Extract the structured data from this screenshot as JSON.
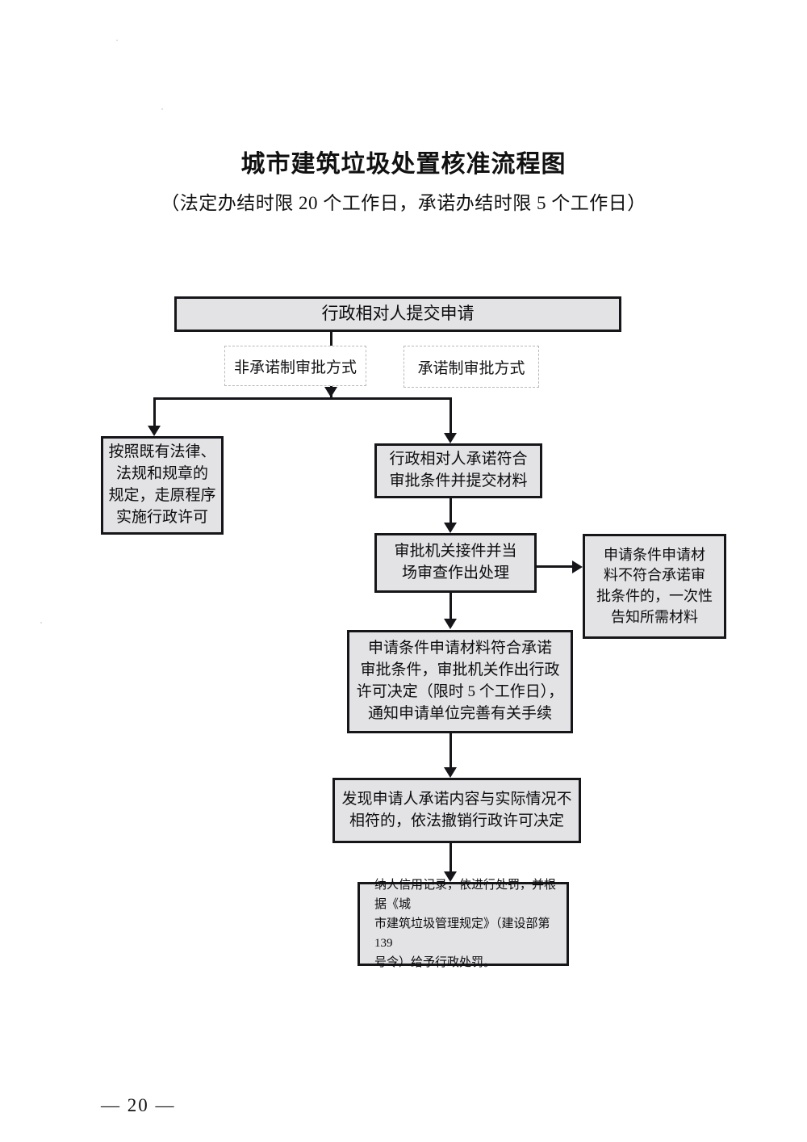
{
  "document": {
    "title": "城市建筑垃圾处置核准流程图",
    "subtitle": "（法定办结时限 20 个工作日，承诺办结时限 5 个工作日）",
    "page_number": "— 20 —",
    "colors": {
      "node_fill": "#e3e3e5",
      "node_border": "#16161a",
      "label_border": "#b9b9bd",
      "page_background": "#ffffff",
      "text": "#0d0d10"
    }
  },
  "flowchart": {
    "type": "flowchart",
    "orientation": "top-down",
    "nodes": [
      {
        "id": "submit",
        "text": "行政相对人提交申请",
        "shape": "rect",
        "fill": "#e3e3e5"
      },
      {
        "id": "original",
        "text": "按照既有法律、\n法规和规章的\n规定，走原程序\n实施行政许可",
        "shape": "rect",
        "fill": "#e3e3e5"
      },
      {
        "id": "promise",
        "text": "行政相对人承诺符合\n审批条件并提交材料",
        "shape": "rect",
        "fill": "#e3e3e5"
      },
      {
        "id": "accept",
        "text": "审批机关接件并当\n场审查作出处理",
        "shape": "rect",
        "fill": "#e3e3e5"
      },
      {
        "id": "nonconform",
        "text": "申请条件申请材\n料不符合承诺审\n批条件的，一次性\n告知所需材料",
        "shape": "rect",
        "fill": "#e3e3e5"
      },
      {
        "id": "decision",
        "text": "申请条件申请材料符合承诺\n审批条件，审批机关作出行政\n许可决定（限时 5 个工作日），\n通知申请单位完善有关手续",
        "shape": "rect",
        "fill": "#e3e3e5"
      },
      {
        "id": "revoke",
        "text": "发现申请人承诺内容与实际情况不\n相符的，依法撤销行政许可决定",
        "shape": "rect",
        "fill": "#e3e3e5"
      },
      {
        "id": "penalty",
        "text": "纳人信用记录，依进行处罚，并根据《城\n市建筑垃圾管理规定》（建设部第 139\n号令）给予行政处罚。",
        "shape": "rect",
        "fill": "#e3e3e5"
      }
    ],
    "branch_labels": [
      {
        "id": "non-commit",
        "text": "非承诺制审批方式"
      },
      {
        "id": "commit",
        "text": "承诺制审批方式"
      }
    ],
    "edges": [
      {
        "from": "submit",
        "to": "original",
        "style": "elbow-left",
        "arrow": "down"
      },
      {
        "from": "submit",
        "to": "promise",
        "style": "elbow-right",
        "arrow": "down"
      },
      {
        "from": "promise",
        "to": "accept",
        "style": "straight",
        "arrow": "down"
      },
      {
        "from": "accept",
        "to": "nonconform",
        "style": "straight",
        "arrow": "right"
      },
      {
        "from": "accept",
        "to": "decision",
        "style": "straight",
        "arrow": "down"
      },
      {
        "from": "decision",
        "to": "revoke",
        "style": "straight",
        "arrow": "down"
      },
      {
        "from": "revoke",
        "to": "penalty",
        "style": "straight",
        "arrow": "down"
      }
    ]
  }
}
